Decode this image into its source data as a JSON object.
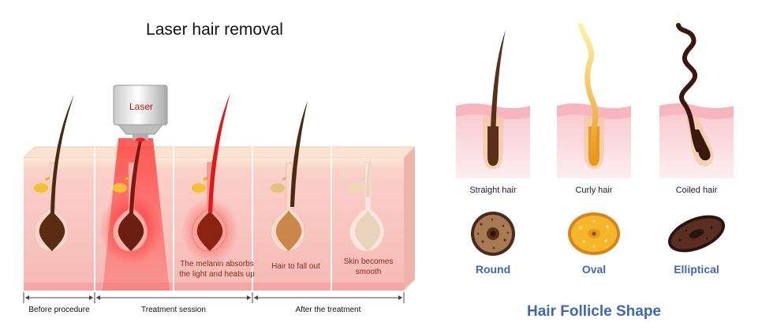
{
  "left_panel": {
    "title": "Laser hair removal",
    "laser_label": "Laser",
    "annotations": {
      "melanin_line1": "The melanin absorbs",
      "melanin_line2": "the light and heats up",
      "fall_out": "Hair to fall out",
      "smooth_line1": "Skin becomes",
      "smooth_line2": "smooth"
    },
    "stages": {
      "before": "Before procedure",
      "treatment": "Treatment session",
      "after": "After the treatment"
    }
  },
  "right_panel": {
    "hair_types": [
      {
        "label": "Straight hair",
        "shape": "Round"
      },
      {
        "label": "Curly hair",
        "shape": "Oval"
      },
      {
        "label": "Coiled hair",
        "shape": "Elliptical"
      }
    ],
    "title": "Hair Follicle Shape",
    "shape_color": "#3d68b4"
  }
}
